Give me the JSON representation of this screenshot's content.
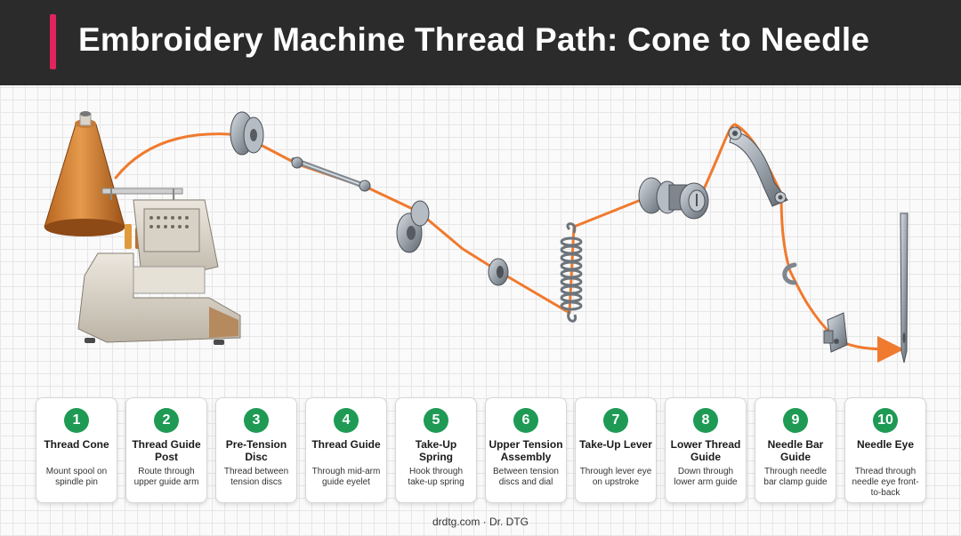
{
  "header": {
    "title": "Embroidery Machine Thread Path: Cone to Needle"
  },
  "colors": {
    "accent": "#e0245e",
    "thread": "#f07a2e",
    "step_badge": "#1e9a55",
    "header_bg": "#2b2b2b"
  },
  "steps": [
    {
      "num": "1",
      "title": "Thread Cone",
      "desc": "Mount spool on spindle pin"
    },
    {
      "num": "2",
      "title": "Thread Guide Post",
      "desc": "Route through upper guide arm"
    },
    {
      "num": "3",
      "title": "Pre-Tension Disc",
      "desc": "Thread between tension discs"
    },
    {
      "num": "4",
      "title": "Thread Guide",
      "desc": "Through mid-arm guide eyelet"
    },
    {
      "num": "5",
      "title": "Take-Up Spring",
      "desc": "Hook through take-up spring"
    },
    {
      "num": "6",
      "title": "Upper Tension Assembly",
      "desc": "Between tension discs and dial"
    },
    {
      "num": "7",
      "title": "Take-Up Lever",
      "desc": "Through lever eye on upstroke"
    },
    {
      "num": "8",
      "title": "Lower Thread Guide",
      "desc": "Down through lower arm guide"
    },
    {
      "num": "9",
      "title": "Needle Bar Guide",
      "desc": "Through needle bar clamp guide"
    },
    {
      "num": "10",
      "title": "Needle Eye",
      "desc": "Thread through needle eye front-to-back"
    }
  ],
  "footer": {
    "credit": "drdtg.com · Dr. DTG"
  }
}
